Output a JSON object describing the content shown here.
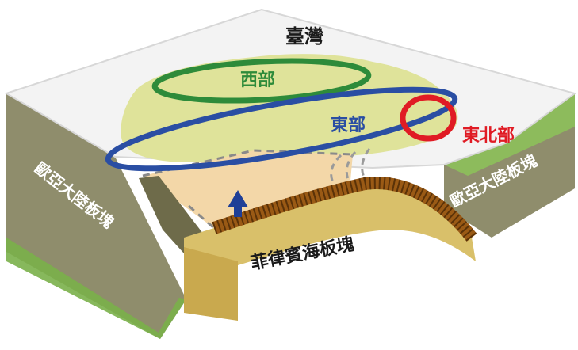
{
  "labels": {
    "taiwan": "臺灣",
    "west": "西部",
    "east": "東部",
    "northeast": "東北部",
    "eurasian_left": "歐亞大陸板塊",
    "eurasian_right": "歐亞大陸板塊",
    "philippine": "菲律賓海板塊"
  },
  "colors": {
    "west_ring": "#2e8b3a",
    "east_ring": "#2a4ea3",
    "northeast_ring": "#e01b24",
    "northeast_text": "#e01b24",
    "movement_arrow": "#1f3f97",
    "taiwan_land": "#dfe39a",
    "philippine_plate": "#d9c06a",
    "eurasian_plate": "#8f8d6c",
    "block_top": "#f3f3f3"
  },
  "icons": {
    "movement": "up-arrow-icon"
  }
}
